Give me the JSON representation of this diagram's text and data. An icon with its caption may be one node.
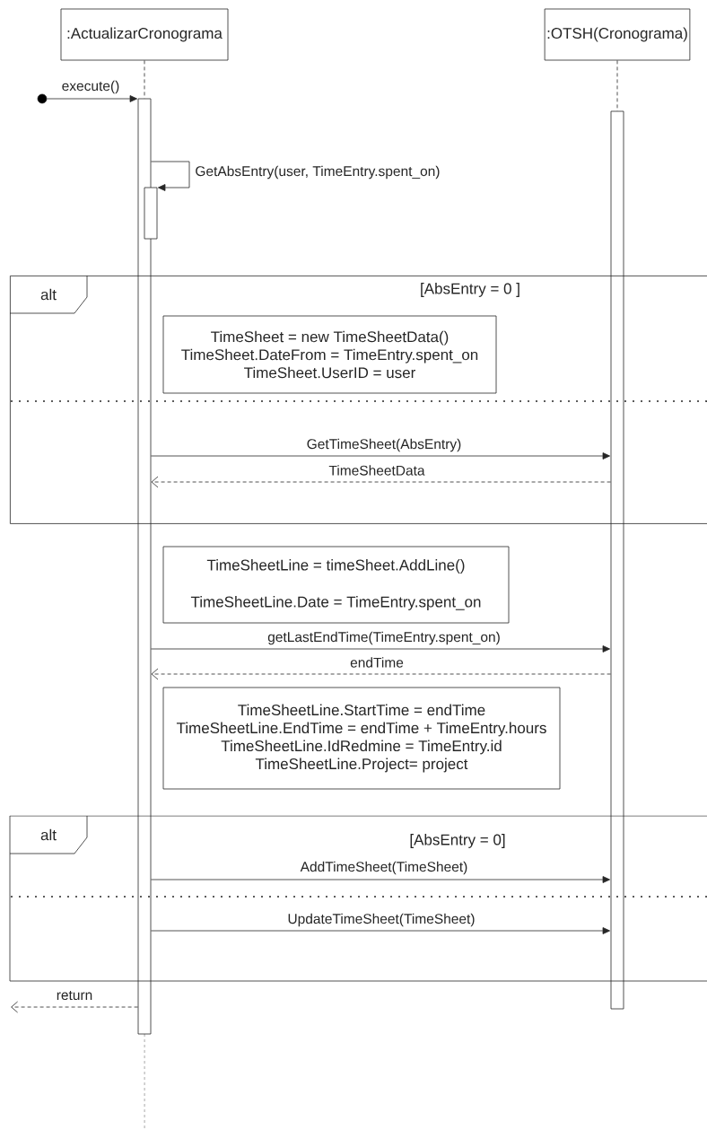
{
  "diagram": {
    "nodes": [
      {
        "text": [
          ":ActualizarCronograma"
        ]
      },
      {
        "text": [
          ":OTSH(Cronograma)"
        ]
      },
      {
        "text": [],
        "shape": "bar"
      },
      {
        "text": [],
        "shape": "bar"
      },
      {
        "text": [],
        "shape": "bar"
      },
      {
        "text": [],
        "shape": "circle"
      },
      {
        "text": [
          "alt",
          "[AbsEntry = 0 ]"
        ]
      },
      {
        "text": [
          "TimeSheet = new TimeSheetData()",
          "TimeSheet.DateFrom = TimeEntry.spent_on",
          "TimeSheet.UserID = user"
        ],
        "in": 6
      },
      {
        "text": [
          "TimeSheetLine = timeSheet.AddLine()",
          "TimeSheetLine.Date = TimeEntry.spent_on"
        ]
      },
      {
        "text": [
          "TimeSheetLine.StartTime = endTime",
          "TimeSheetLine.EndTime = endTime + TimeEntry.hours",
          "TimeSheetLine.IdRedmine = TimeEntry.id",
          "TimeSheetLine.Project= project"
        ]
      },
      {
        "text": [
          "alt",
          "[AbsEntry = 0]"
        ]
      }
    ],
    "edges": [
      {
        "from": 0,
        "to": 2,
        "arrow": "none",
        "style": "dashed"
      },
      {
        "from": 1,
        "to": 3,
        "arrow": "none",
        "style": "dashed"
      },
      {
        "from": 5,
        "to": 2,
        "arrow": "to",
        "label": "execute()"
      },
      {
        "from": 2,
        "to": 4,
        "arrow": "to",
        "label": "GetAbsEntry(user, TimeEntry.spent_on)"
      },
      {
        "from": 2,
        "to": 3,
        "arrow": "to",
        "label": "GetTimeSheet(AbsEntry)"
      },
      {
        "from": 3,
        "to": 2,
        "arrow": "to",
        "label": "TimeSheetData",
        "style": "dashed"
      },
      {
        "from": 2,
        "to": 3,
        "arrow": "to",
        "label": "getLastEndTime(TimeEntry.spent_on)"
      },
      {
        "from": 3,
        "to": 2,
        "arrow": "to",
        "label": "endTime",
        "style": "dashed"
      },
      {
        "from": 2,
        "to": 3,
        "arrow": "to",
        "label": "AddTimeSheet(TimeSheet)"
      },
      {
        "from": 2,
        "to": 3,
        "arrow": "to",
        "label": "UpdateTimeSheet(TimeSheet)"
      },
      {
        "from": 2,
        "to": null,
        "arrow": "to",
        "label": "return",
        "style": "dashed"
      }
    ]
  }
}
